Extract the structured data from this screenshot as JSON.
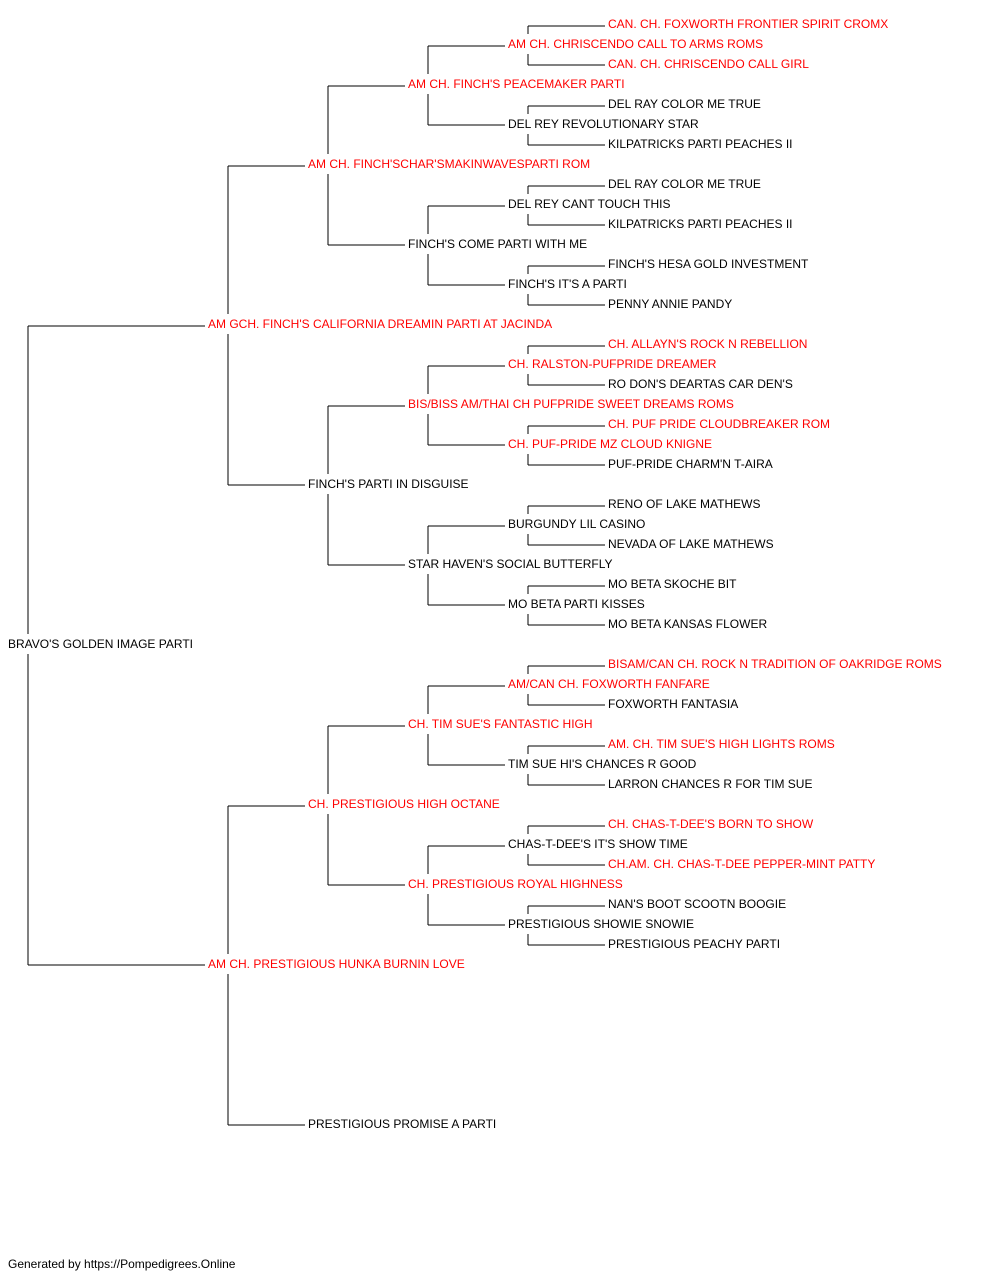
{
  "colors": {
    "champion": "#ff0000",
    "normal": "#000000",
    "line": "#000000"
  },
  "pedigree": {
    "name": "BRAVO'S GOLDEN IMAGE PARTI",
    "champion": false,
    "sire": {
      "name": "AM GCH. FINCH'S CALIFORNIA DREAMIN PARTI AT JACINDA",
      "champion": true,
      "sire": {
        "name": "AM CH. FINCH'SCHAR'SMAKINWAVESPARTI ROM",
        "champion": true,
        "sire": {
          "name": "AM CH. FINCH'S PEACEMAKER PARTI",
          "champion": true,
          "sire": {
            "name": "AM CH. CHRISCENDO CALL TO ARMS ROMS",
            "champion": true,
            "sire": {
              "name": "CAN. CH. FOXWORTH FRONTIER SPIRIT CROMX",
              "champion": true
            },
            "dam": {
              "name": "CAN. CH. CHRISCENDO CALL GIRL",
              "champion": true
            }
          },
          "dam": {
            "name": "DEL REY REVOLUTIONARY STAR",
            "champion": false,
            "sire": {
              "name": "DEL RAY COLOR ME TRUE",
              "champion": false
            },
            "dam": {
              "name": "KILPATRICKS PARTI PEACHES II",
              "champion": false
            }
          }
        },
        "dam": {
          "name": "FINCH'S COME PARTI WITH ME",
          "champion": false,
          "sire": {
            "name": "DEL REY CANT TOUCH THIS",
            "champion": false,
            "sire": {
              "name": "DEL RAY COLOR ME TRUE",
              "champion": false
            },
            "dam": {
              "name": "KILPATRICKS PARTI PEACHES II",
              "champion": false
            }
          },
          "dam": {
            "name": "FINCH'S IT'S A PARTI",
            "champion": false,
            "sire": {
              "name": "FINCH'S HESA GOLD INVESTMENT",
              "champion": false
            },
            "dam": {
              "name": "PENNY ANNIE PANDY",
              "champion": false
            }
          }
        }
      },
      "dam": {
        "name": "FINCH'S PARTI IN DISGUISE",
        "champion": false,
        "sire": {
          "name": "BIS/BISS AM/THAI CH PUFPRIDE SWEET DREAMS ROMS",
          "champion": true,
          "sire": {
            "name": "CH. RALSTON-PUFPRIDE DREAMER",
            "champion": true,
            "sire": {
              "name": "CH. ALLAYN'S ROCK N REBELLION",
              "champion": true
            },
            "dam": {
              "name": "RO DON'S DEARTAS CAR DEN'S",
              "champion": false
            }
          },
          "dam": {
            "name": "CH. PUF-PRIDE MZ CLOUD KNIGNE",
            "champion": true,
            "sire": {
              "name": "CH. PUF PRIDE CLOUDBREAKER ROM",
              "champion": true
            },
            "dam": {
              "name": "PUF-PRIDE CHARM'N T-AIRA",
              "champion": false
            }
          }
        },
        "dam": {
          "name": "STAR HAVEN'S SOCIAL BUTTERFLY",
          "champion": false,
          "sire": {
            "name": "BURGUNDY LIL CASINO",
            "champion": false,
            "sire": {
              "name": "RENO OF LAKE MATHEWS",
              "champion": false
            },
            "dam": {
              "name": "NEVADA OF LAKE MATHEWS",
              "champion": false
            }
          },
          "dam": {
            "name": "MO BETA PARTI KISSES",
            "champion": false,
            "sire": {
              "name": "MO BETA SKOCHE BIT",
              "champion": false
            },
            "dam": {
              "name": "MO BETA KANSAS FLOWER",
              "champion": false
            }
          }
        }
      }
    },
    "dam": {
      "name": "AM CH. PRESTIGIOUS HUNKA BURNIN LOVE",
      "champion": true,
      "sire": {
        "name": "CH. PRESTIGIOUS HIGH OCTANE",
        "champion": true,
        "sire": {
          "name": "CH. TIM SUE'S FANTASTIC HIGH",
          "champion": true,
          "sire": {
            "name": "AM/CAN CH. FOXWORTH FANFARE",
            "champion": true,
            "sire": {
              "name": "BISAM/CAN CH. ROCK N TRADITION OF OAKRIDGE ROMS",
              "champion": true
            },
            "dam": {
              "name": "FOXWORTH FANTASIA",
              "champion": false
            }
          },
          "dam": {
            "name": "TIM SUE HI'S CHANCES R GOOD",
            "champion": false,
            "sire": {
              "name": "AM. CH. TIM SUE'S HIGH LIGHTS ROMS",
              "champion": true
            },
            "dam": {
              "name": "LARRON CHANCES R FOR TIM SUE",
              "champion": false
            }
          }
        },
        "dam": {
          "name": "CH. PRESTIGIOUS ROYAL HIGHNESS",
          "champion": true,
          "sire": {
            "name": "CHAS-T-DEE'S IT'S SHOW TIME",
            "champion": false,
            "sire": {
              "name": "CH. CHAS-T-DEE'S BORN TO SHOW",
              "champion": true
            },
            "dam": {
              "name": "CH.AM. CH. CHAS-T-DEE PEPPER-MINT PATTY",
              "champion": true
            }
          },
          "dam": {
            "name": "PRESTIGIOUS SHOWIE SNOWIE",
            "champion": false,
            "sire": {
              "name": "NAN'S BOOT SCOOTN BOOGIE",
              "champion": false
            },
            "dam": {
              "name": "PRESTIGIOUS PEACHY PARTI",
              "champion": false
            }
          }
        }
      },
      "dam": {
        "name": "PRESTIGIOUS PROMISE A PARTI",
        "champion": false
      }
    }
  },
  "footer": "Generated by https://Pompedigrees.Online"
}
